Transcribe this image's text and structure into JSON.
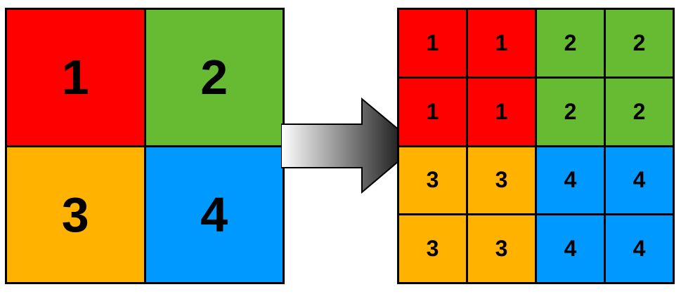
{
  "source_grid": {
    "cells": [
      {
        "label": "1",
        "color": "#ff0000"
      },
      {
        "label": "2",
        "color": "#66bb33"
      },
      {
        "label": "3",
        "color": "#ffb300"
      },
      {
        "label": "4",
        "color": "#0099ff"
      }
    ]
  },
  "arrow": {
    "icon": "right-arrow-icon",
    "gradient_start": "#ffffff",
    "gradient_end": "#000000"
  },
  "upsampled_grid": {
    "cells": [
      {
        "label": "1",
        "color": "#ff0000"
      },
      {
        "label": "1",
        "color": "#ff0000"
      },
      {
        "label": "2",
        "color": "#66bb33"
      },
      {
        "label": "2",
        "color": "#66bb33"
      },
      {
        "label": "1",
        "color": "#ff0000"
      },
      {
        "label": "1",
        "color": "#ff0000"
      },
      {
        "label": "2",
        "color": "#66bb33"
      },
      {
        "label": "2",
        "color": "#66bb33"
      },
      {
        "label": "3",
        "color": "#ffb300"
      },
      {
        "label": "3",
        "color": "#ffb300"
      },
      {
        "label": "4",
        "color": "#0099ff"
      },
      {
        "label": "4",
        "color": "#0099ff"
      },
      {
        "label": "3",
        "color": "#ffb300"
      },
      {
        "label": "3",
        "color": "#ffb300"
      },
      {
        "label": "4",
        "color": "#0099ff"
      },
      {
        "label": "4",
        "color": "#0099ff"
      }
    ]
  }
}
